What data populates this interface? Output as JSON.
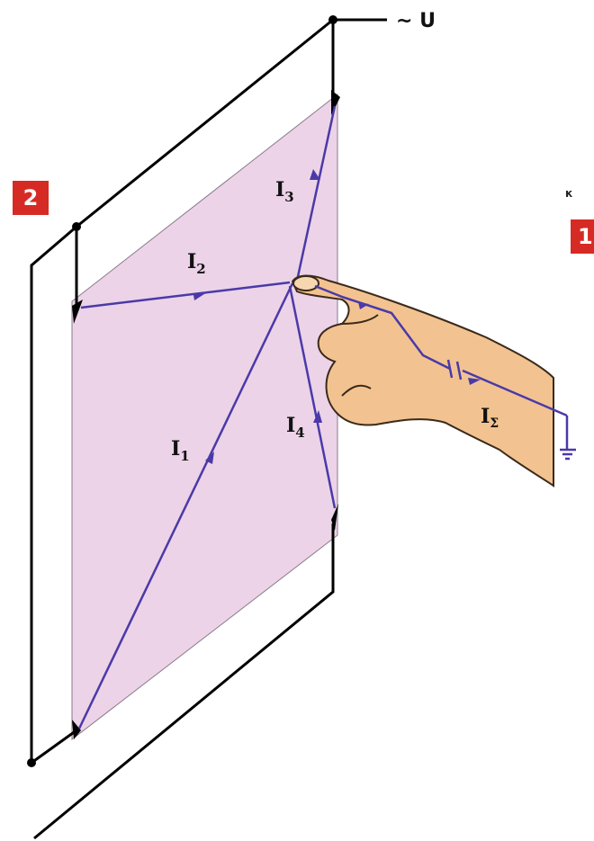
{
  "badge": "2",
  "side_fragment": {
    "letter": "к",
    "badge_digit": "1"
  },
  "source_label": "~ U",
  "currents": [
    {
      "main": "I",
      "sub": "1"
    },
    {
      "main": "I",
      "sub": "2"
    },
    {
      "main": "I",
      "sub": "3"
    },
    {
      "main": "I",
      "sub": "4"
    },
    {
      "main": "I",
      "sub": "Σ"
    }
  ],
  "colors": {
    "panel": "#ecd3e8",
    "current": "#4a3aa8",
    "wire": "#000000",
    "hand": "#f2c391",
    "badge": "#d62b24"
  }
}
